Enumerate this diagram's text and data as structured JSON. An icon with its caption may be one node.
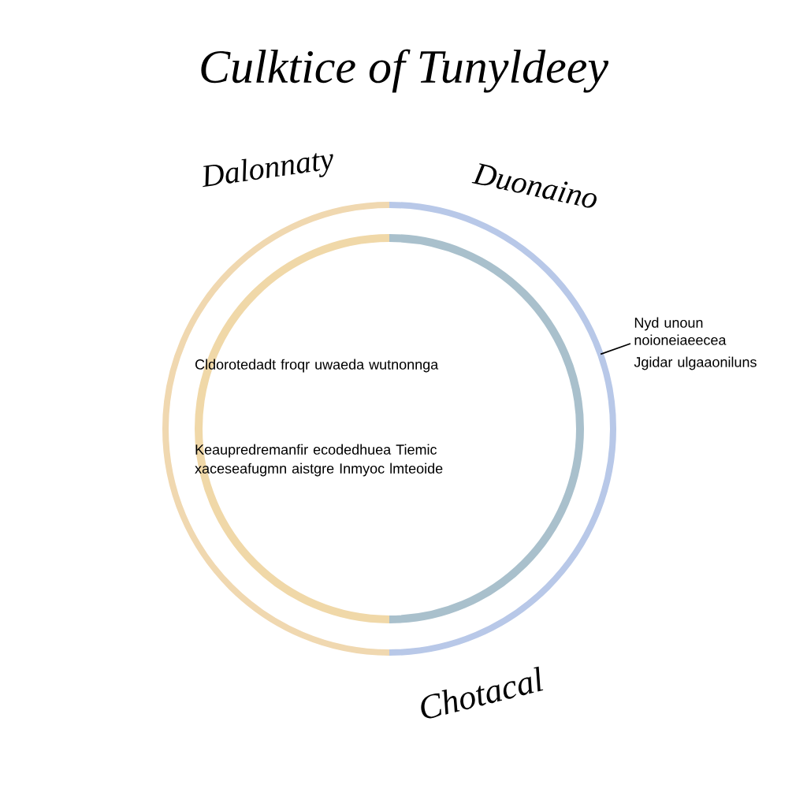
{
  "diagram": {
    "title": "Culktice of Tunyldeey",
    "nodes": [
      {
        "text": [],
        "shape": "circle"
      },
      {
        "text": [
          "Nyd unoun noioneiaeecea",
          "Jgidar ulgaaoniluns"
        ]
      }
    ],
    "edges": [
      {
        "from": 1,
        "to": 0,
        "arrow": "none"
      }
    ],
    "labels": [
      "Dalonnaty",
      "Duonaino",
      "Cldorotedadt froqr uwaeda wutnonnga",
      "Keaupredremanfir ecodedhuea Tiemic xaceseafugmn aistgre Inmyoc lmteoide",
      "Chotacal"
    ]
  }
}
